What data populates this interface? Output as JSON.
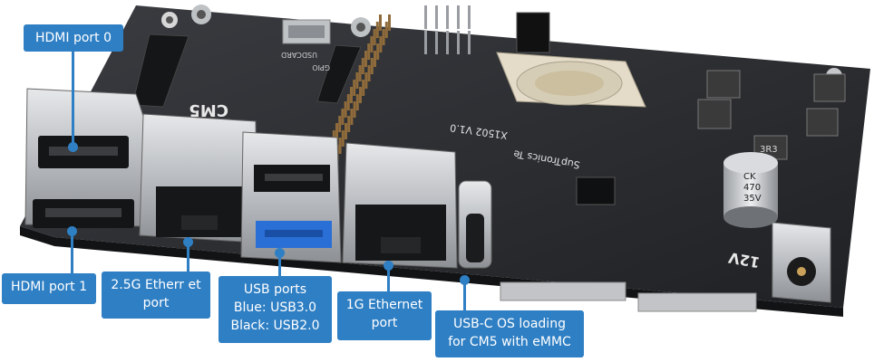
{
  "board": {
    "module_label": "CM5",
    "product_label": "X1502 V1.0",
    "brand_label": "SupTronics Te",
    "sdcard_label": "USDCARD",
    "gpio_label": "GPIO",
    "power_label": "12V",
    "capacitor_lines": [
      "CK",
      "470",
      "35V"
    ],
    "inductor_label": "3R3"
  },
  "callouts": {
    "hdmi0": {
      "label": "HDMI port 0"
    },
    "hdmi1": {
      "label": "HDMI port 1"
    },
    "eth25": {
      "lines": [
        "2.5G Etherr et",
        "port"
      ]
    },
    "usb": {
      "lines": [
        "USB ports",
        "Blue: USB3.0",
        "Black: USB2.0"
      ]
    },
    "eth1g": {
      "lines": [
        "1G Ethernet",
        "port"
      ]
    },
    "usbc": {
      "lines": [
        "USB-C OS loading",
        "for CM5 with eMMC"
      ]
    }
  },
  "colors": {
    "callout": "#2f7fc4",
    "board": "#2b2d31",
    "usb3_blue": "#2a6fd6",
    "metal": "#c9ccd0"
  }
}
